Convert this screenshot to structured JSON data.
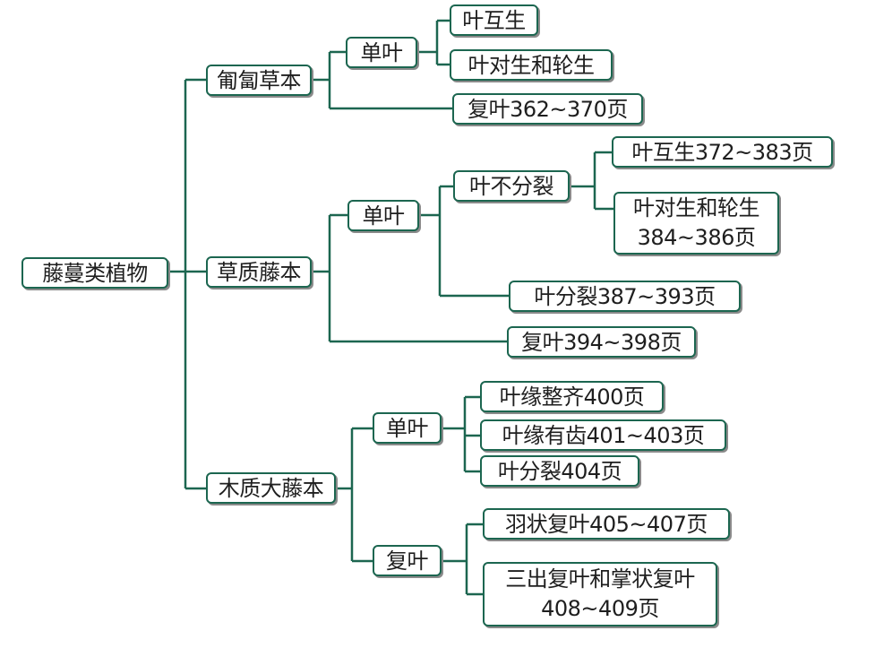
{
  "root": "藤蔓类植物",
  "branches": {
    "putao": {
      "label": "匍匐草本",
      "dan_ye": "单叶",
      "hu_sheng": "叶互生",
      "dui_sheng": "叶对生和轮生",
      "fu_ye": "复叶362~370页"
    },
    "caozhi": {
      "label": "草质藤本",
      "dan_ye": "单叶",
      "bu_fen_lie": "叶不分裂",
      "hu_sheng": "叶互生372~383页",
      "dui_sheng_line1": "叶对生和轮生",
      "dui_sheng_line2": "384~386页",
      "fen_lie": "叶分裂387~393页",
      "fu_ye": "复叶394~398页"
    },
    "muzhi": {
      "label": "木质大藤本",
      "dan_ye": "单叶",
      "zheng_qi": "叶缘整齐400页",
      "you_chi": "叶缘有齿401~403页",
      "fen_lie": "叶分裂404页",
      "fu_ye": "复叶",
      "yu_zhuang": "羽状复叶405~407页",
      "san_chu_line1": "三出复叶和掌状复叶",
      "san_chu_line2": "408~409页"
    }
  }
}
